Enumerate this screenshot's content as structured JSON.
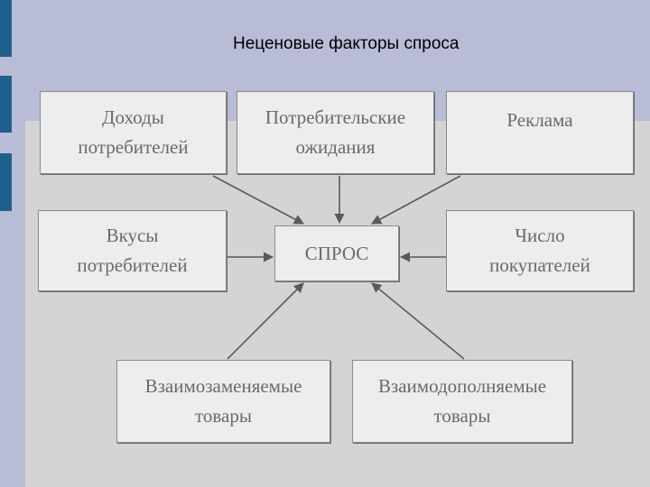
{
  "title": "Неценовые факторы спроса",
  "diagram": {
    "center": "СПРОС",
    "factors": {
      "income": "Доходы\nпотребителей",
      "expectations": "Потребительские\nожидания",
      "advertising": "Реклама",
      "tastes": "Вкусы\nпотребителей",
      "buyers": "Число\nпокупателей",
      "substitutes": "Взаимозаменяемые\nтовары",
      "complements": "Взаимодополняемые\nтовары"
    }
  },
  "colors": {
    "background": "#b8bcd6",
    "content_panel": "#d4d4d4",
    "accent_bars": "#1f5f8c",
    "box_fill": "#ededed",
    "box_text": "#6a6a6a",
    "arrow": "#5a5a5a"
  }
}
